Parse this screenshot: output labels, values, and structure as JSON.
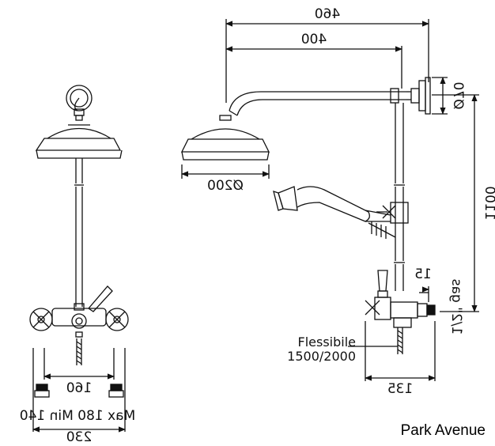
{
  "dimensions": {
    "overall_width": "460",
    "arm_length": "400",
    "flange_diameter": "Ø70",
    "head_diameter": "Ø200",
    "height": "1100",
    "valve_offset": "15",
    "connection": "1/2\" gas",
    "valve_depth": "135",
    "centers": "160",
    "centers_range": "Max 180 Min 140",
    "overall_valve_width": "230"
  },
  "labels": {
    "hose_title": "Flessibile",
    "hose_lengths": "1500/2000"
  },
  "brand": "Park Avenue",
  "colors": {
    "line": "#111111",
    "background": "#ffffff"
  }
}
